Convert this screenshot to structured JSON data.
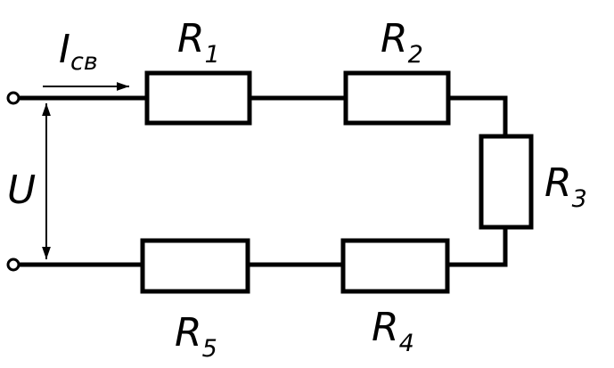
{
  "labels": {
    "r1": {
      "main": "R",
      "sub": "1"
    },
    "r2": {
      "main": "R",
      "sub": "2"
    },
    "r3": {
      "main": "R",
      "sub": "3"
    },
    "r4": {
      "main": "R",
      "sub": "4"
    },
    "r5": {
      "main": "R",
      "sub": "5"
    },
    "current": {
      "main": "I",
      "sub": "св"
    },
    "voltage": {
      "main": "U"
    }
  },
  "colors": {
    "line": "#000000",
    "background": "#ffffff"
  }
}
